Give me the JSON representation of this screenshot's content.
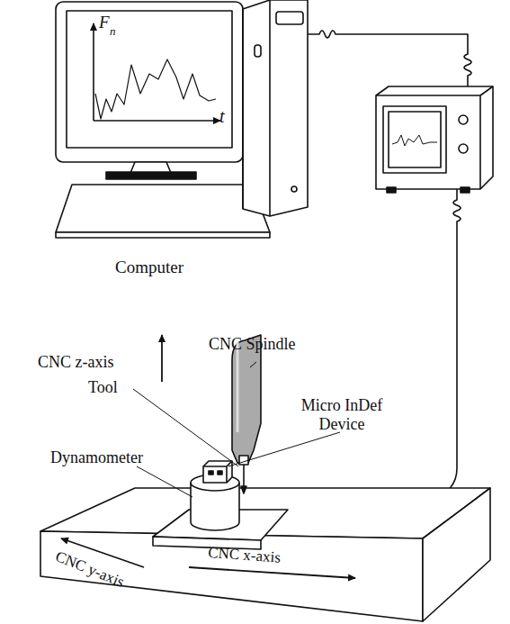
{
  "diagram": {
    "labels": [
      "F",
      "n",
      "t",
      "Computer",
      "CNC z-axis",
      "CNC Spindle",
      "Tool",
      "Micro InDef Device",
      "Dynamometer",
      "CNC y-axis",
      "CNC x-axis"
    ]
  }
}
